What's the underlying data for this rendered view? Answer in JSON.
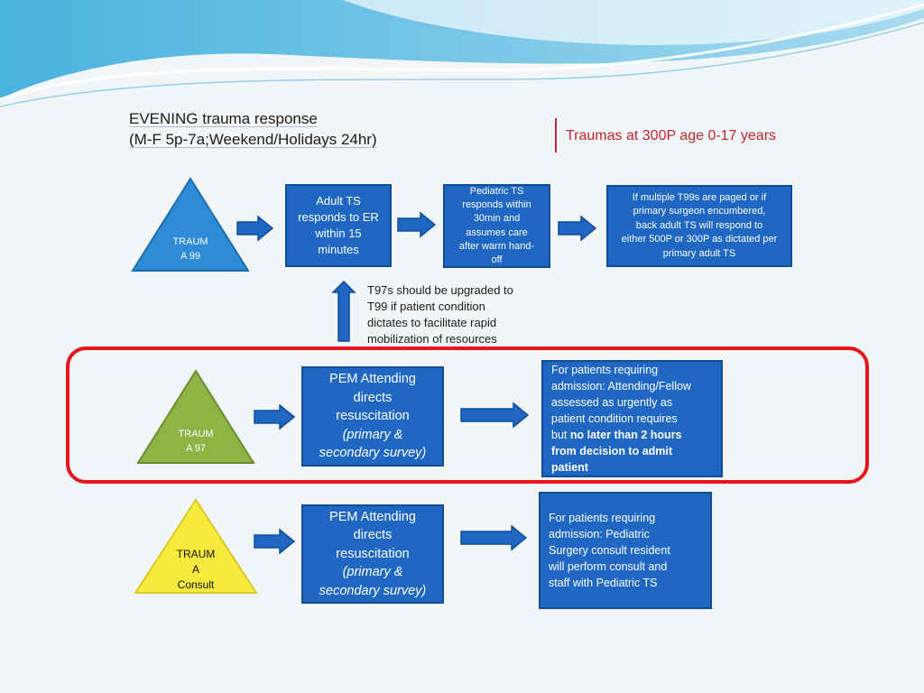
{
  "header": {
    "title_line1": "EVENING trauma response",
    "title_line2": "(M-F 5p-7a;Weekend/Holidays 24hr)",
    "subtitle": "Traumas at 300P age 0-17 years"
  },
  "colors": {
    "box_fill": "#1f67c2",
    "box_border": "#0f4d99",
    "highlight_frame": "#e8141b",
    "subtitle": "#c0272d",
    "trauma99": "#2e8cd6",
    "trauma97": "#8db445",
    "trauma_consult": "#f6ea3c"
  },
  "row1": {
    "triangle": {
      "line1": "TRAUM",
      "line2": "A 99"
    },
    "box1": [
      "Adult TS",
      "responds to ER",
      "within 15",
      "minutes"
    ],
    "box2": [
      "Pediatric TS",
      "responds within",
      "30min and",
      "assumes care",
      "after warm hand-",
      "off"
    ],
    "box3": [
      "If multiple T99s are paged or if",
      "primary surgeon encumbered,",
      "back adult TS will respond to",
      "either 500P or 300P as dictated per",
      "primary adult TS"
    ]
  },
  "note": [
    "T97s should be upgraded to",
    "T99 if patient condition",
    "dictates to facilitate rapid",
    "mobilization of resources"
  ],
  "row2": {
    "triangle": {
      "line1": "TRAUM",
      "line2": "A 97"
    },
    "box1": {
      "line1": "PEM Attending",
      "line2": "directs",
      "line3": "resuscitation",
      "line4": "(primary &",
      "line5": "secondary survey)"
    },
    "box2": {
      "line1": "For patients requiring",
      "line2": "admission: Attending/Fellow",
      "line3": "assessed as urgently as",
      "line4": "patient condition requires",
      "line5_prefix": "but ",
      "line5_bold": "no later than 2 hours",
      "line6": "from decision to admit",
      "line7": "patient"
    }
  },
  "row3": {
    "triangle": {
      "line1": "TRAUM",
      "line2": "A",
      "line3": "Consult"
    },
    "box1": {
      "line1": "PEM Attending",
      "line2": "directs",
      "line3": "resuscitation",
      "line4": "(primary &",
      "line5": "secondary survey)"
    },
    "box2": [
      "For patients requiring",
      "admission: Pediatric",
      "Surgery consult resident",
      "will perform consult and",
      "staff with Pediatric TS"
    ]
  }
}
